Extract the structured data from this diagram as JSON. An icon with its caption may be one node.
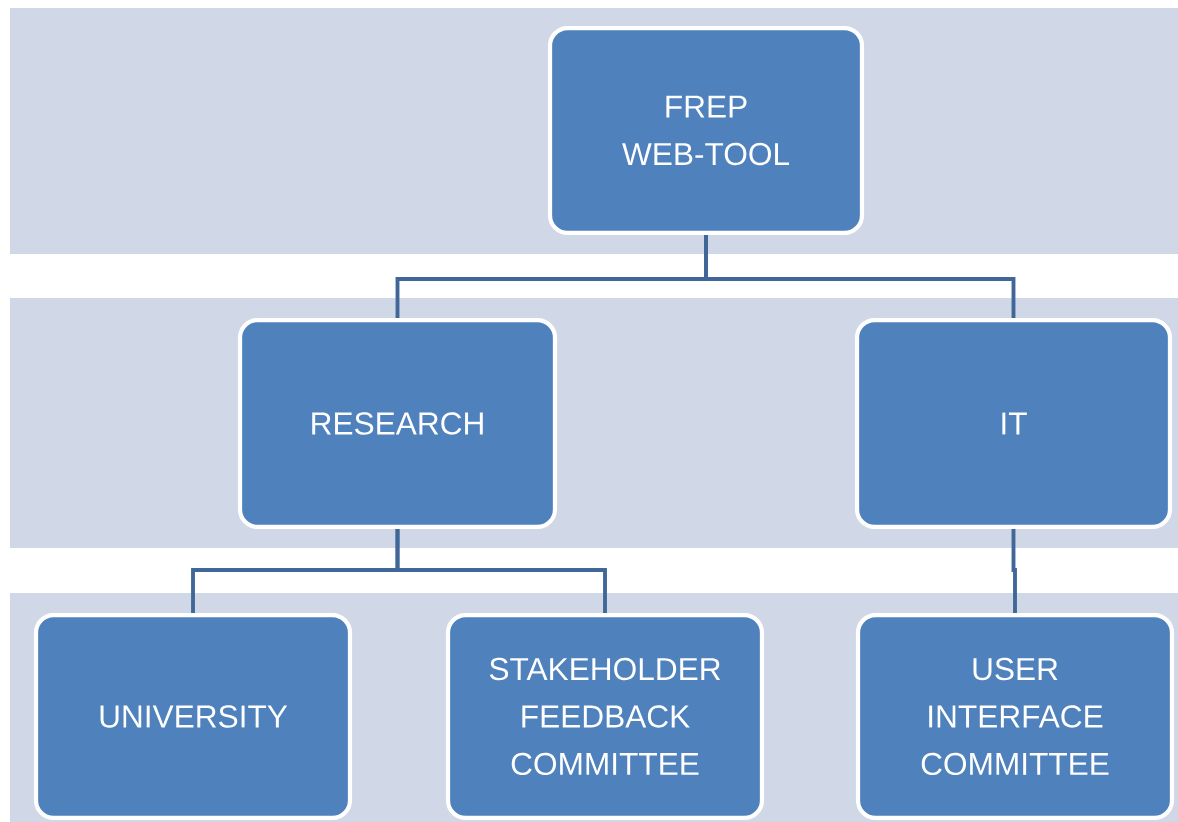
{
  "diagram": {
    "nodes": [
      {
        "text": [
          "FREP WEB-TOOL"
        ]
      },
      {
        "text": [
          "RESEARCH"
        ]
      },
      {
        "text": [
          "IT"
        ]
      },
      {
        "text": [
          "UNIVERSITY"
        ]
      },
      {
        "text": [
          "STAKEHOLDER FEEDBACK COMMITTEE"
        ]
      },
      {
        "text": [
          "USER INTERFACE COMMITTEE"
        ]
      }
    ],
    "edges": [
      {
        "from": 0,
        "to": 1,
        "arrow": "none"
      },
      {
        "from": 0,
        "to": 2,
        "arrow": "none"
      },
      {
        "from": 1,
        "to": 3,
        "arrow": "none"
      },
      {
        "from": 1,
        "to": 4,
        "arrow": "none"
      },
      {
        "from": 2,
        "to": 5,
        "arrow": "none"
      }
    ]
  }
}
